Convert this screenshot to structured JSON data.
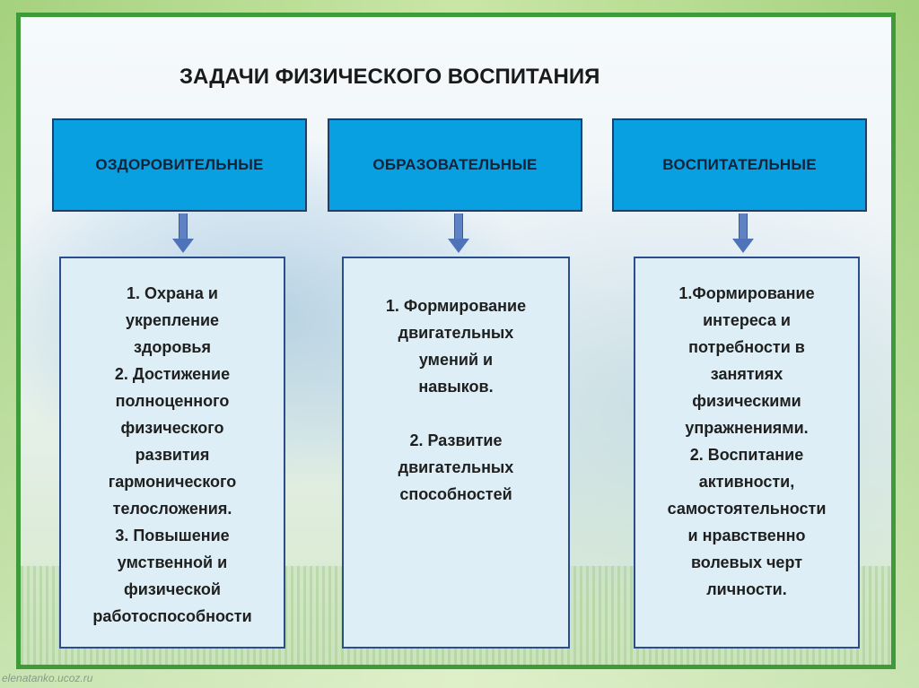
{
  "title": "ЗАДАЧИ ФИЗИЧЕСКОГО ВОСПИТАНИЯ",
  "categories": [
    {
      "label": "ОЗДОРОВИТЕЛЬНЫЕ",
      "lines": [
        "1. Охрана и",
        "укрепление",
        "здоровья",
        "2. Достижение",
        "полноценного",
        "физического",
        "развития",
        "гармонического",
        "телосложения.",
        "3.  Повышение",
        "умственной и",
        "физической",
        "работоспособности"
      ]
    },
    {
      "label": "ОБРАЗОВАТЕЛЬНЫЕ",
      "lines": [
        "1. Формирование",
        "двигательных",
        "умений и",
        "навыков.",
        "",
        "2. Развитие",
        "двигательных",
        "способностей"
      ]
    },
    {
      "label": "ВОСПИТАТЕЛЬНЫЕ",
      "lines": [
        "1.Формирование",
        "интереса и",
        "потребности в",
        "занятиях",
        "физическими",
        "упражнениями.",
        "2.  Воспитание",
        "активности,",
        "самостоятельности",
        "и нравственно",
        "волевых черт",
        "личности."
      ]
    }
  ],
  "watermark": "elenatanko.ucoz.ru",
  "colors": {
    "header_fill": "#08a0e0",
    "body_fill": "#ddeef6",
    "frame_border": "#3f9b3a",
    "arrow": "#4f73b8"
  }
}
